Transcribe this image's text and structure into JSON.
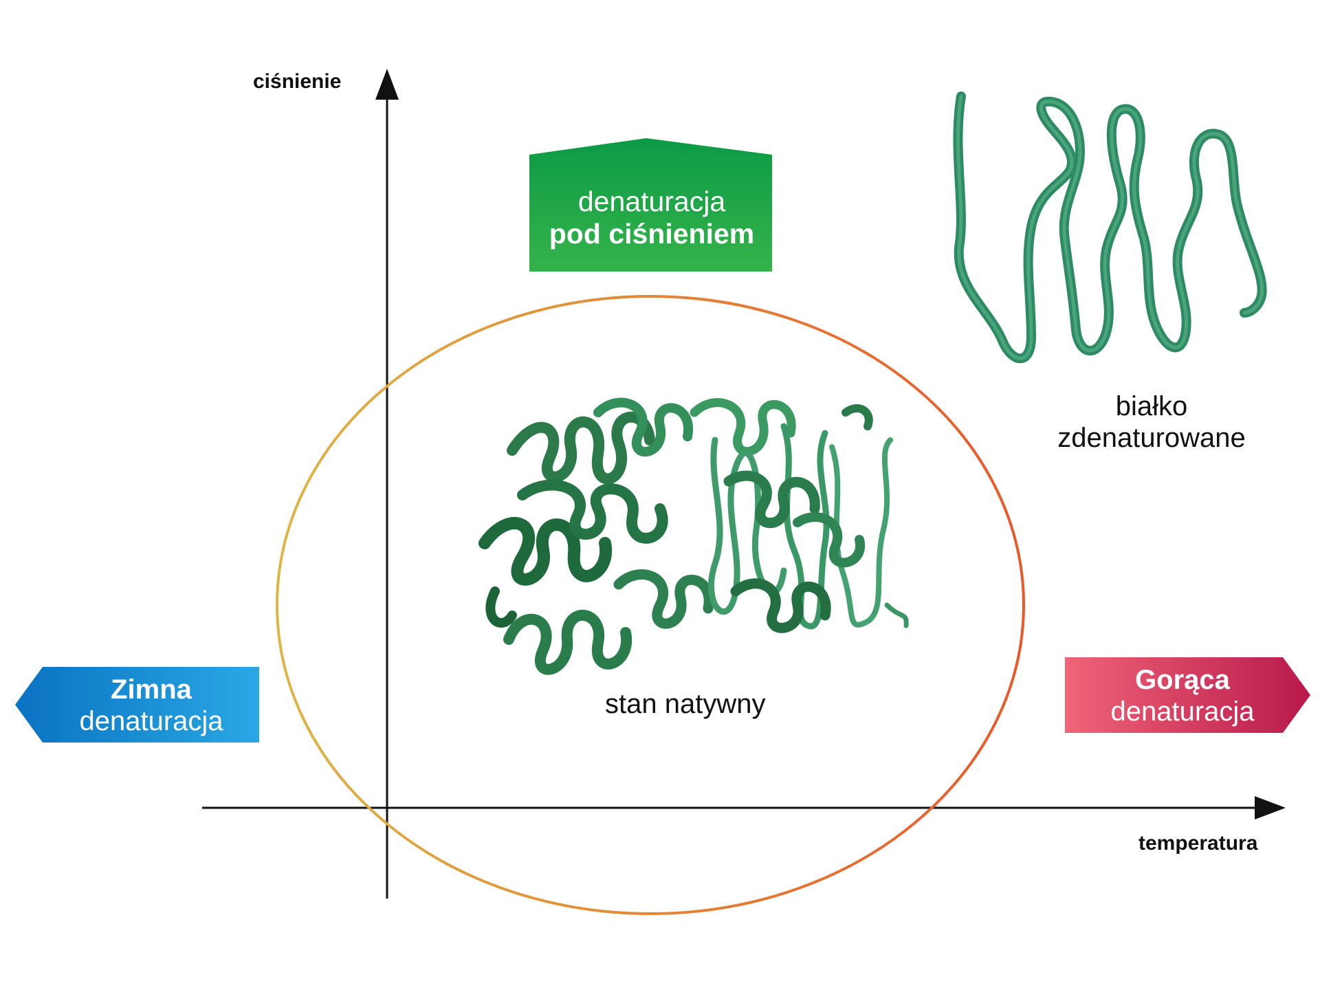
{
  "axes": {
    "y_label": "ciśnienie",
    "x_label": "temperatura"
  },
  "pressure_box": {
    "line1": "denaturacja",
    "line2": "pod ciśnieniem",
    "color_top": "#0c9a46",
    "color_bottom": "#35b34a"
  },
  "cold_box": {
    "line1": "Zimna",
    "line2": "denaturacja",
    "color_left": "#0a72c2",
    "color_right": "#29a8e4"
  },
  "hot_box": {
    "line1": "Gorąca",
    "line2": "denaturacja",
    "color_left": "#f06478",
    "color_right": "#b8194a"
  },
  "native_state": {
    "label": "stan natywny",
    "protein_icon": "folded-protein-ribbon-icon",
    "ellipse_color_left": "#ddb646",
    "ellipse_color_right": "#e8582a"
  },
  "denatured_state": {
    "line1": "białko",
    "line2": "zdenaturowane",
    "protein_icon": "unfolded-protein-chain-icon",
    "ribbon_color": "#2e8a62"
  }
}
